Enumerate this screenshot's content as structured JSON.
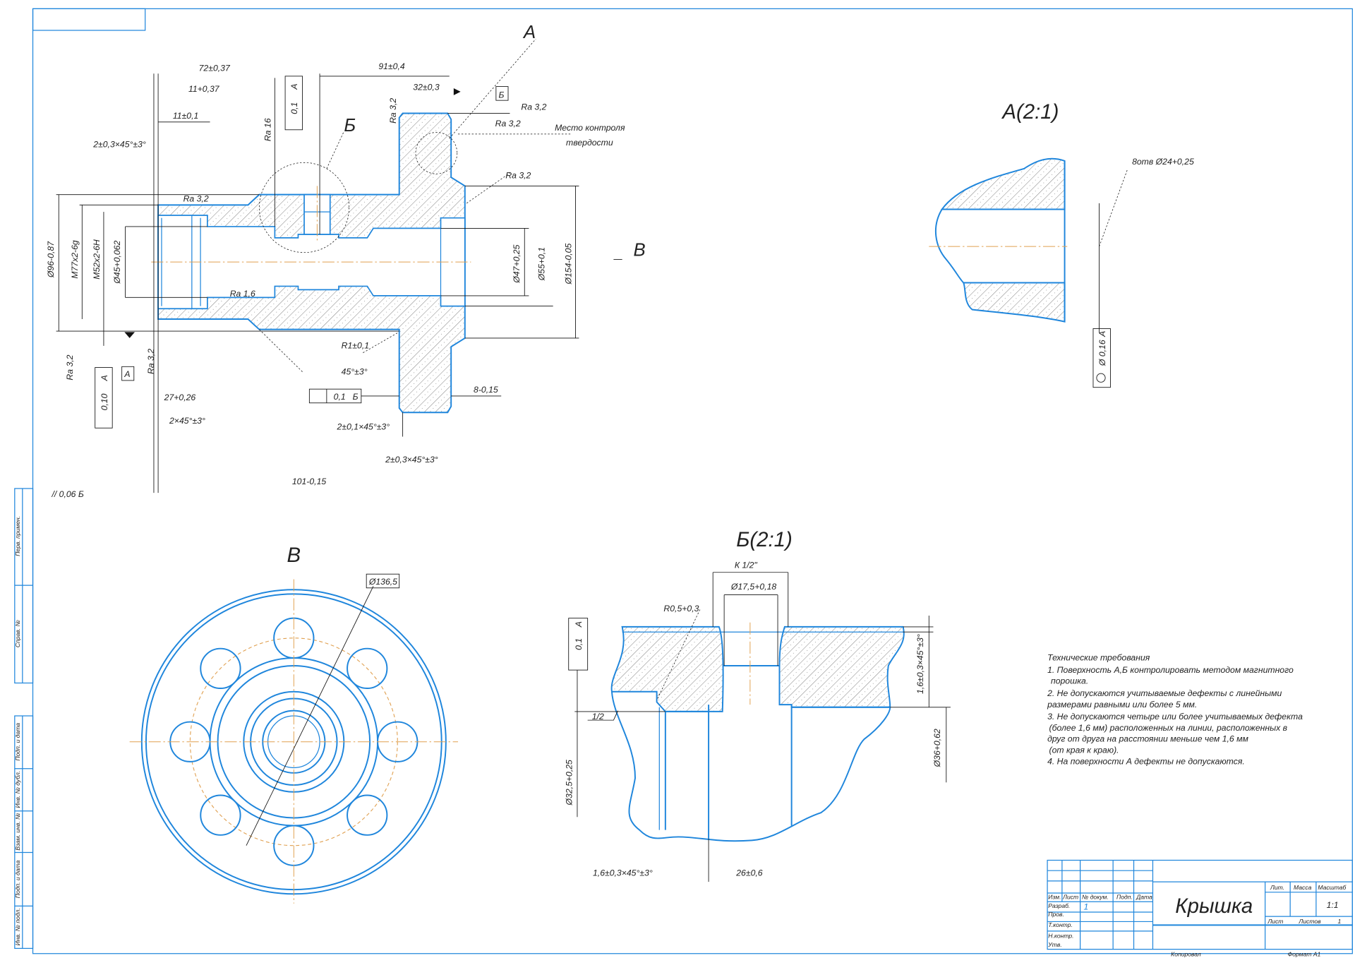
{
  "colors": {
    "outline": "#1f86dc",
    "centerline": "#e0a050",
    "dimension": "#111111"
  },
  "main_view": {
    "labels": [
      "72±0,37",
      "11+0,37",
      "11±0,1",
      "2±0,3×45°±3°",
      "Ra 16",
      "Б",
      "91±0,4",
      "32±0,3",
      "А",
      "Б",
      "Ra 3,2",
      "Ra 3,2",
      "Место контроля",
      "твердости",
      "Ra 3,2",
      "Ra 3,2",
      "Ra 3,2",
      "Ra 1,6",
      "В",
      "Ø96-0,87",
      "M77x2-6g",
      "M52x2-6H",
      "Ø45+0,062",
      "Ø47+0,25",
      "Ø55+0,1",
      "Ø154-0,05",
      "Ra 3,2",
      "0,10",
      "А",
      "А",
      "Ra 3,2",
      "27+0,26",
      "2×45°±3°",
      "R1±0,1",
      "45°±3°",
      "0,1",
      "Б",
      "8-0,15",
      "2±0,1×45°±3°",
      "2±0,3×45°±3°",
      "101-0,15",
      "// 0,06 Б",
      "0,1",
      "А"
    ]
  },
  "view_a": {
    "title": "А(2:1)",
    "holes_note": "8отв Ø24+0,25",
    "position_tol": "Ø 0,16",
    "datum": "А"
  },
  "view_v": {
    "title": "В",
    "bolt_circle": "Ø136,5"
  },
  "view_b": {
    "title": "Б(2:1)",
    "labels": [
      "К 1/2\"",
      "Ø17,5+0,18",
      "R0,5+0,3",
      "0,1",
      "А",
      "1/2",
      "Ø32,5+0,25",
      "1,6±0,3×45°±3°",
      "26±0,6",
      "1,6±0,3×45°±3°",
      "Ø36+0,62"
    ]
  },
  "tech_requirements": {
    "heading": "Технические требования",
    "lines": [
      "1. Поверхность А,Б контролировать методом магнитного",
      "порошка.",
      "2. Не допускаются учитываемые дефекты с линейными",
      "размерами равными или более 5 мм.",
      "3. Не допускаются четыре или более учитываемых дефекта",
      "(более 1,6 мм) расположенных на линии, расположенных в",
      "друг от друга на расстоянии меньше чем 1,6 мм",
      "(от края к краю).",
      "4. На поверхности А дефекты не допускаются."
    ]
  },
  "title_block": {
    "part_name": "Крышка",
    "lit": "Лит.",
    "mass": "Масса",
    "scale_label": "Масштаб",
    "scale": "1:1",
    "sheet": "Лист",
    "sheets": "Листов",
    "sheets_count": "1",
    "col_izm": "Изм.",
    "col_list": "Лист",
    "col_doc": "№ докум.",
    "col_sign": "Подп.",
    "col_date": "Дата",
    "row_dev": "Разраб.",
    "row_check": "Пров.",
    "row_tcontrol": "Т.контр.",
    "row_ncontrol": "Н.контр.",
    "row_approve": "Утв.",
    "dev_mark": "1",
    "copied": "Копировал",
    "format": "Формат А1"
  },
  "side_stamp": [
    "Перв. примен.",
    "Справ. №",
    "Подп. и дата",
    "Инв. № дубл.",
    "Взам. инв. №",
    "Подп. и дата",
    "Инв. № подл."
  ]
}
